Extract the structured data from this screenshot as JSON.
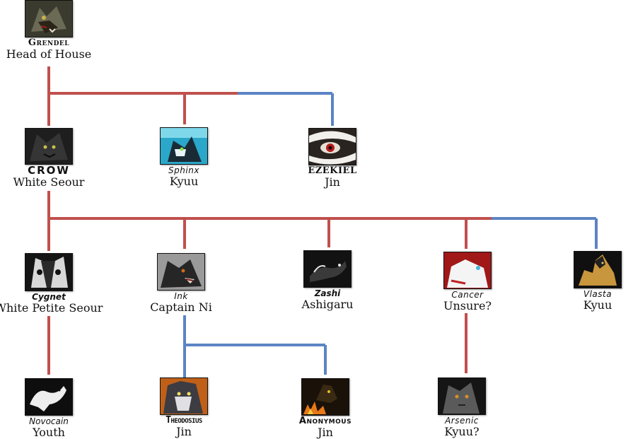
{
  "colors": {
    "red_line": "#c0504d",
    "blue_line": "#5b84c4"
  },
  "members": [
    {
      "id": "grendel",
      "name": "Grendel",
      "role": "Head of House",
      "portrait_icon": "dark-wolf-portrait-icon"
    },
    {
      "id": "crow",
      "name": "CROW",
      "role": "White Seour",
      "portrait_icon": "black-wolf-portrait-icon"
    },
    {
      "id": "sphinx",
      "name": "Sphinx",
      "role": "Kyuu",
      "portrait_icon": "blue-cat-portrait-icon"
    },
    {
      "id": "ezekiel",
      "name": "EZEKIEL",
      "role": "Jin",
      "portrait_icon": "red-eye-portrait-icon"
    },
    {
      "id": "cygnet",
      "name": "Cygnet",
      "role": "White Petite Seour",
      "portrait_icon": "white-skull-wolf-portrait-icon"
    },
    {
      "id": "ink",
      "name": "Ink",
      "role": "Captain Ni",
      "portrait_icon": "snarling-wolf-portrait-icon"
    },
    {
      "id": "zashi",
      "name": "Zashi",
      "role": "Ashigaru",
      "portrait_icon": "black-wolf-lying-portrait-icon"
    },
    {
      "id": "cancer",
      "name": "Cancer",
      "role": "Unsure?",
      "portrait_icon": "white-wolf-portrait-icon"
    },
    {
      "id": "vlasta",
      "name": "Vlasta",
      "role": "Kyuu",
      "portrait_icon": "shepherd-dog-portrait-icon"
    },
    {
      "id": "novocain",
      "name": "Novocain",
      "role": "Youth",
      "portrait_icon": "white-pup-portrait-icon"
    },
    {
      "id": "theodosius",
      "name": "Theodosius",
      "role": "Jin",
      "portrait_icon": "grey-cat-portrait-icon"
    },
    {
      "id": "anonymous",
      "name": "Anonymous",
      "role": "Jin",
      "portrait_icon": "fire-wolf-portrait-icon"
    },
    {
      "id": "arsenic",
      "name": "Arsenic",
      "role": "Kyuu?",
      "portrait_icon": "grey-wolf-portrait-icon"
    }
  ]
}
